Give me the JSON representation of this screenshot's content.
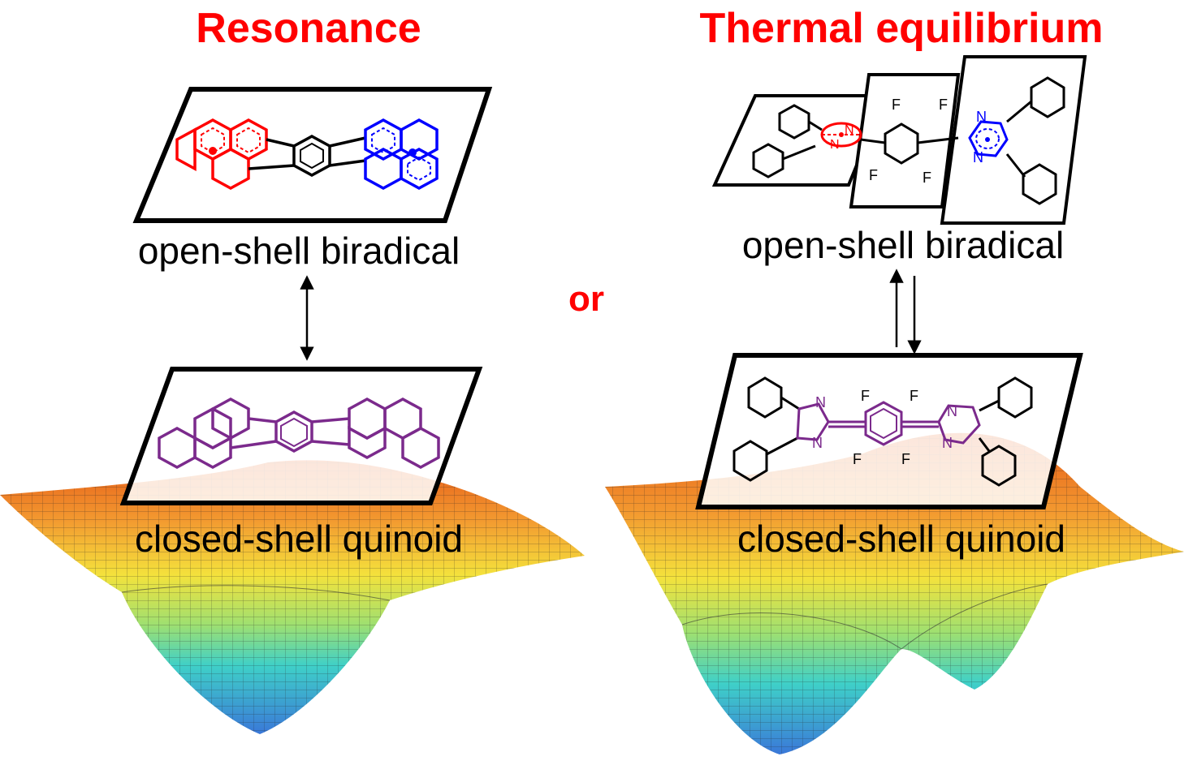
{
  "left": {
    "title": "Resonance",
    "top_label": "open-shell biradical",
    "bottom_label": "closed-shell quinoid"
  },
  "connector": "or",
  "right": {
    "title": "Thermal equilibrium",
    "top_label": "open-shell biradical",
    "bottom_label": "closed-shell quinoid"
  },
  "atoms": {
    "nitrogen": "N",
    "fluorine": "F"
  },
  "colors": {
    "title": "#ff0000",
    "radical_left": "#ff0000",
    "radical_right": "#0000ff",
    "quinoid": "#7b2a8c",
    "surface_high": "#e8581a",
    "surface_mid": "#f2e43a",
    "surface_low": "#3a8fd8"
  },
  "icons": [
    "resonance-double-arrow-icon",
    "equilibrium-arrows-icon"
  ]
}
